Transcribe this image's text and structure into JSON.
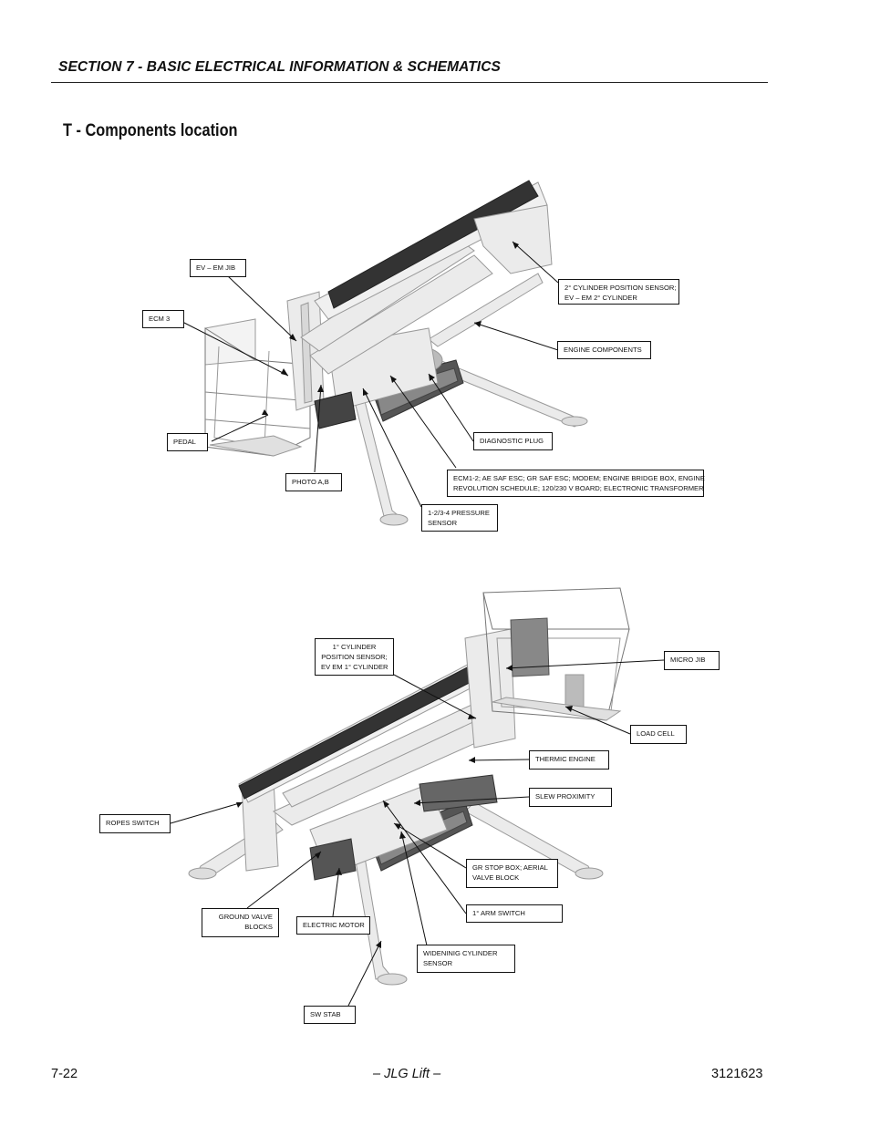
{
  "header": {
    "section": "SECTION 7 - BASIC ELECTRICAL INFORMATION & SCHEMATICS"
  },
  "title": "T - Components location",
  "figure_top": {
    "callouts": {
      "ev_em_jib": "EV – EM JIB",
      "ecm3": "ECM 3",
      "pedal": "PEDAL",
      "photo_ab": "PHOTO A,B",
      "cyl2_line1": "2° CYLINDER POSITION SENSOR;",
      "cyl2_line2": "EV – EM 2° CYLINDER",
      "engine_components": "ENGINE COMPONENTS",
      "diagnostic_plug": "DIAGNOSTIC PLUG",
      "ecm12_line1": "ECM1-2; AE SAF ESC; GR SAF ESC; MODEM; ENGINE BRIDGE BOX, ENGINE",
      "ecm12_line2": "REVOLUTION SCHEDULE; 120/230 V BOARD; ELECTRONIC TRANSFORMER",
      "pressure_line1": "1-2/3-4 PRESSURE",
      "pressure_line2": "SENSOR"
    }
  },
  "figure_bottom": {
    "callouts": {
      "cyl1_line1": "1° CYLINDER",
      "cyl1_line2": "POSITION SENSOR;",
      "cyl1_line3": "EV EM 1° CYLINDER",
      "micro_jib": "MICRO JIB",
      "load_cell": "LOAD CELL",
      "thermic_engine": "THERMIC ENGINE",
      "slew_proximity": "SLEW PROXIMITY",
      "ropes_switch": "ROPES SWITCH",
      "gr_stop_line1": "GR STOP BOX; AERIAL",
      "gr_stop_line2": "VALVE BLOCK",
      "arm_switch": "1° ARM SWITCH",
      "ground_valve_line1": "GROUND VALVE",
      "ground_valve_line2": "BLOCKS",
      "electric_motor": "ELECTRIC MOTOR",
      "widening_line1": "WIDENINIG CYLINDER",
      "widening_line2": "SENSOR",
      "sw_stab": "SW STAB"
    }
  },
  "footer": {
    "page_number": "7-22",
    "center": "– JLG Lift –",
    "doc_number": "3121623"
  }
}
